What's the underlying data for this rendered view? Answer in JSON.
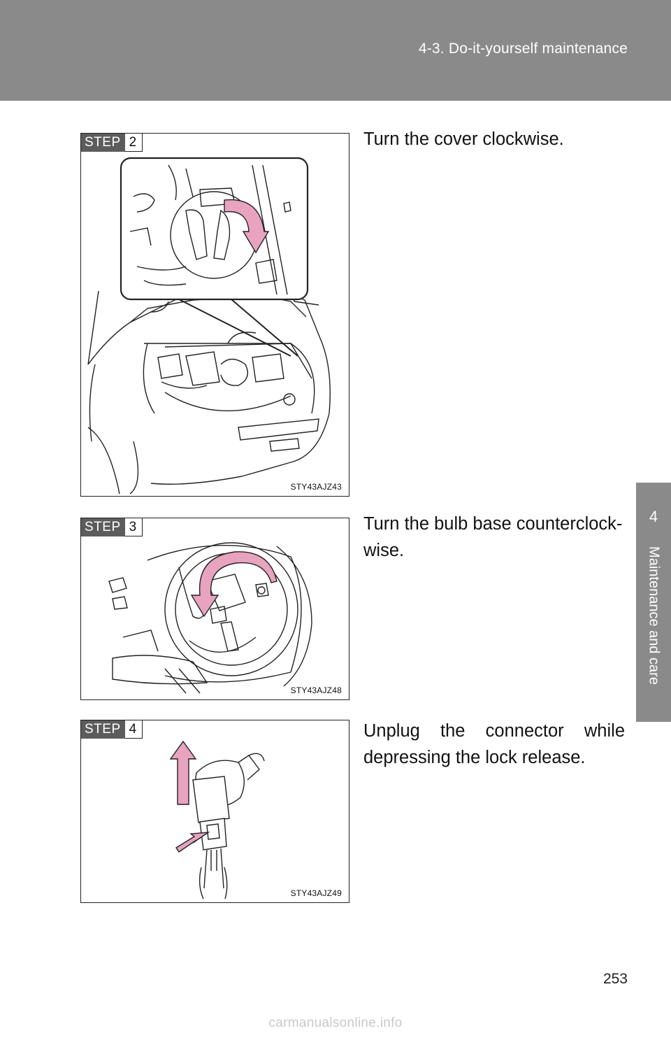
{
  "header": {
    "section": "4-3. Do-it-yourself maintenance"
  },
  "side_tab": {
    "number": "4",
    "label": "Maintenance and care"
  },
  "steps": [
    {
      "badge": "STEP",
      "number": "2",
      "figure_code": "STY43AJZ43",
      "text": "Turn the cover clockwise."
    },
    {
      "badge": "STEP",
      "number": "3",
      "figure_code": "STY43AJZ48",
      "text": "Turn the bulb base counterclock-wise."
    },
    {
      "badge": "STEP",
      "number": "4",
      "figure_code": "STY43AJZ49",
      "text": "Unplug the connector while depressing the lock release."
    }
  ],
  "page_number": "253",
  "watermark": "carmanualsonline.info",
  "colors": {
    "header_band": "#8a8a8a",
    "arrow_pink": "#e8a3bf",
    "step_badge": "#5c5c5c"
  }
}
